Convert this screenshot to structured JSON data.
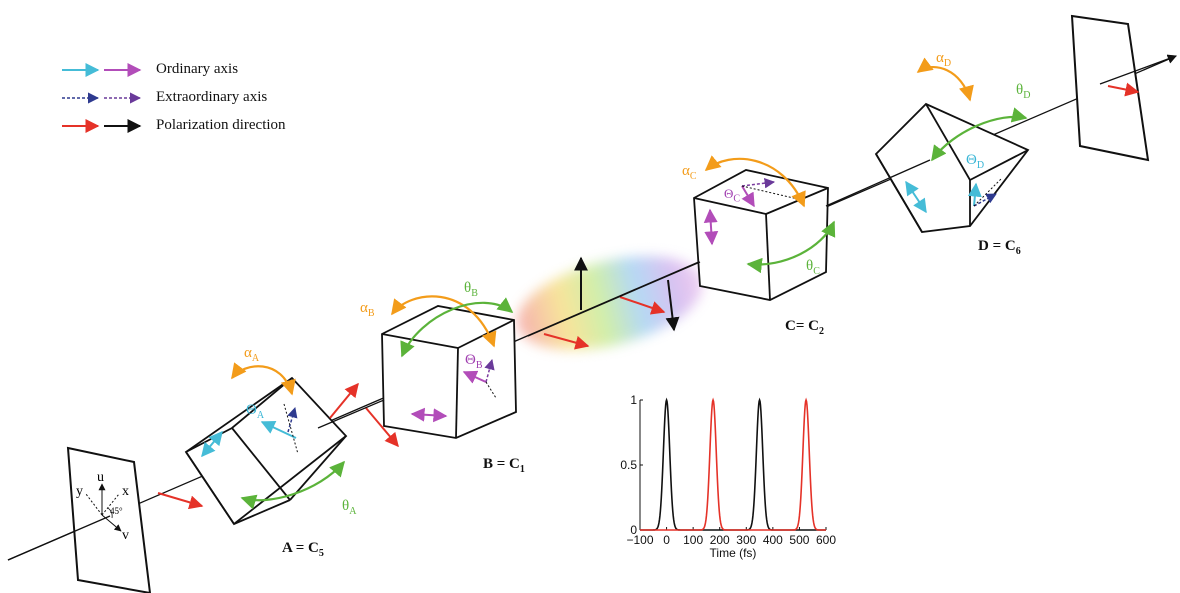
{
  "legend": [
    {
      "label": "Ordinary axis",
      "colors": [
        "#45bcd7",
        "#b24db9"
      ],
      "style": "solid"
    },
    {
      "label": "Extraordinary axis",
      "colors": [
        "#3b3f9c",
        "#7a3b9e"
      ],
      "style": "dashed"
    },
    {
      "label": "Polarization direction",
      "colors": [
        "#e53228",
        "#111111"
      ],
      "style": "solid"
    }
  ],
  "crystals": {
    "A": {
      "label": "A = C",
      "sub": "5",
      "alpha": "α",
      "alpha_sub": "A",
      "theta": "θ",
      "theta_sub": "A",
      "Theta": "Θ",
      "Theta_sub": "A"
    },
    "B": {
      "label": "B = C",
      "sub": "1",
      "alpha": "α",
      "alpha_sub": "B",
      "theta": "θ",
      "theta_sub": "B",
      "Theta": "Θ",
      "Theta_sub": "B"
    },
    "C": {
      "label": "C= C",
      "sub": "2",
      "alpha": "α",
      "alpha_sub": "C",
      "theta": "θ",
      "theta_sub": "C",
      "Theta": "Θ",
      "Theta_sub": "C"
    },
    "D": {
      "label": "D = C",
      "sub": "6",
      "alpha": "α",
      "alpha_sub": "D",
      "theta": "θ",
      "theta_sub": "D",
      "Theta": "Θ",
      "Theta_sub": "D"
    }
  },
  "polarizer_axes": {
    "u": "u",
    "v": "v",
    "x": "x",
    "y": "y",
    "angle": "45°"
  },
  "colors": {
    "orange": "#f39c1a",
    "green": "#5bb33a",
    "cyan": "#39b6d6",
    "magenta": "#a03eb0",
    "red": "#e53228",
    "navy": "#2e3a8f"
  },
  "chart_data": {
    "type": "line",
    "xlabel": "Time (fs)",
    "ylabel": "",
    "xlim": [
      -100,
      600
    ],
    "ylim": [
      0,
      1
    ],
    "xticks": [
      "−100",
      "0",
      "100",
      "200",
      "300",
      "400",
      "500",
      "600"
    ],
    "yticks": [
      "0",
      "0.5",
      "1"
    ],
    "series": [
      {
        "color": "#111111",
        "pulses": [
          {
            "center": 0,
            "fwhm": 28,
            "peak": 1
          },
          {
            "center": 350,
            "fwhm": 28,
            "peak": 1
          }
        ]
      },
      {
        "color": "#e53228",
        "pulses": [
          {
            "center": 175,
            "fwhm": 28,
            "peak": 1
          },
          {
            "center": 525,
            "fwhm": 28,
            "peak": 1
          }
        ]
      }
    ]
  }
}
